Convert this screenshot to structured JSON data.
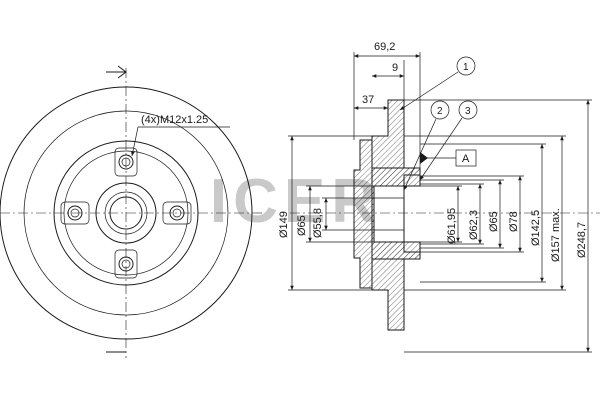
{
  "watermark": "ICER",
  "thread_spec": "(4x)M12x1.25",
  "axial_dims": [
    "69,2",
    "9",
    "37"
  ],
  "callouts": [
    "1",
    "2",
    "3"
  ],
  "datum": "A",
  "diameters": [
    "Ø149",
    "Ø65",
    "Ø55,8",
    "Ø61,95",
    "Ø62,3",
    "Ø65",
    "Ø78",
    "Ø142,5",
    "Ø157 max.",
    "Ø248,7"
  ],
  "colors": {
    "line": "#1a1a1a",
    "watermark": "#c9c9c9"
  }
}
